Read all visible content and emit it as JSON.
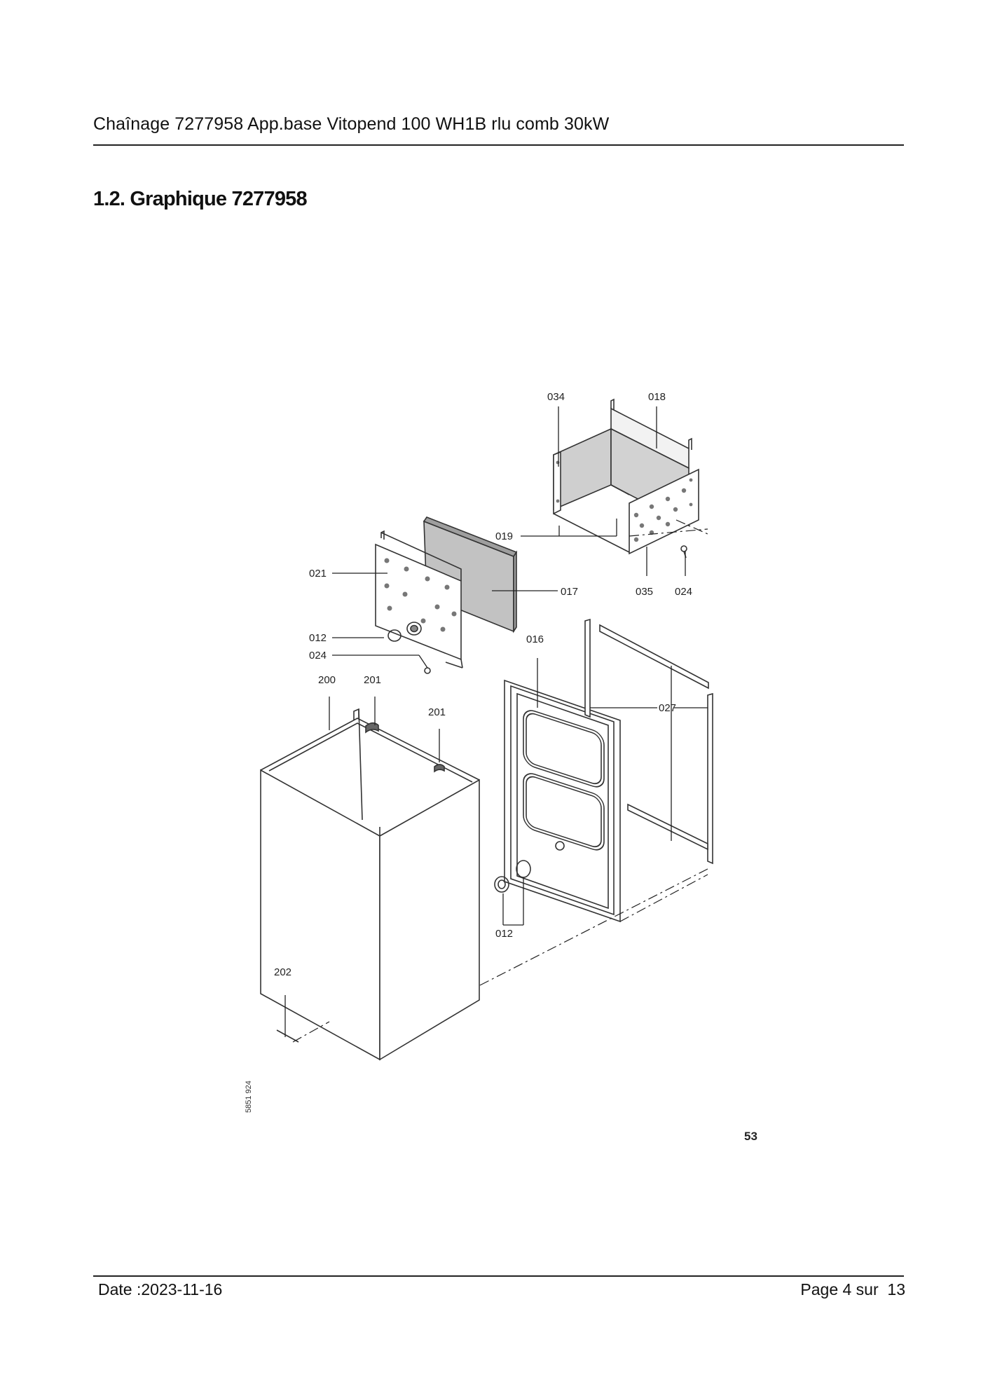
{
  "header": {
    "title": "Chaînage 7277958 App.base Vitopend 100 WH1B rlu comb 30kW"
  },
  "section": {
    "heading": "1.2. Graphique 7277958"
  },
  "drawing": {
    "labels": {
      "p034": "034",
      "p018": "018",
      "p019": "019",
      "p021": "021",
      "p017": "017",
      "p035": "035",
      "p024_right": "024",
      "p012_top": "012",
      "p024_left": "024",
      "p016": "016",
      "p200": "200",
      "p201_left": "201",
      "p201_mid": "201",
      "p027": "027",
      "p012_bottom": "012",
      "p202": "202"
    },
    "figure_code": "5851 924",
    "figure_number": "53"
  },
  "footer": {
    "date": "Date :2023-11-16",
    "page": "Page 4 sur  13"
  }
}
